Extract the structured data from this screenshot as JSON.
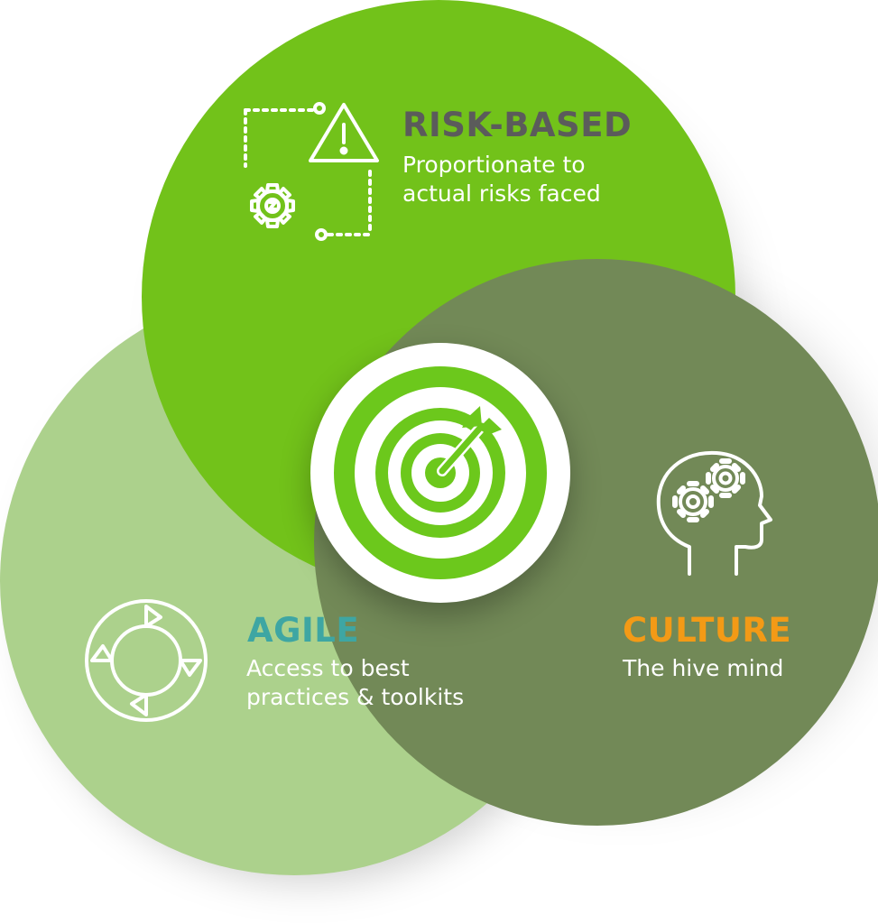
{
  "sections": {
    "risk_based": {
      "title": "RISK-BASED",
      "desc_line1": "Proportionate to",
      "desc_line2": "actual risks faced",
      "icon": "risk-assessment-icon",
      "circle_color": "#72c21a",
      "title_color": "#5b5b5b"
    },
    "agile": {
      "title": "AGILE",
      "desc_line1": "Access to best",
      "desc_line2": "practices & toolkits",
      "icon": "cycle-arrows-icon",
      "circle_color": "#acd18c",
      "title_color": "#3ea6a3"
    },
    "culture": {
      "title": "CULTURE",
      "desc_line": "The hive mind",
      "icon": "head-gears-icon",
      "circle_color": "#728957",
      "title_color": "#f39a16"
    }
  },
  "center": {
    "icon": "target-icon",
    "accent_color": "#6cc81c"
  }
}
